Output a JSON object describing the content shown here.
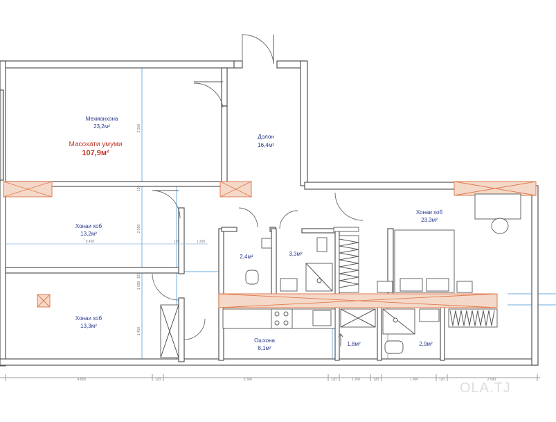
{
  "rooms": {
    "living": {
      "name": "Мехмонхона",
      "area": "23,2м²"
    },
    "total": {
      "label": "Масохати умуми",
      "value": "107,9м²"
    },
    "hall": {
      "name": "Долон",
      "area": "16,4м²"
    },
    "bedroom1": {
      "name": "Хонаи хоб",
      "area": "13,2м²"
    },
    "bedroom2": {
      "name": "Хонаи хоб",
      "area": "13,3м²"
    },
    "bedroom3": {
      "name": "Хонаи хоб",
      "area": "23,3м²"
    },
    "wc1": {
      "area": "2,4м²"
    },
    "bath1": {
      "area": "3,3м²"
    },
    "kitchen": {
      "name": "Ошхона",
      "area": "8,1м²"
    },
    "pantry": {
      "area": "1,8м²"
    },
    "bath2": {
      "area": "2,9м²"
    }
  },
  "dimensions": {
    "bottom": [
      "4 850",
      "120",
      "5 300",
      "120",
      "1 200",
      "120",
      "1 900",
      "120",
      "2 590"
    ],
    "left_vertical": [
      "3 500",
      "120",
      "2 550",
      "120",
      "1 095",
      "1 450"
    ],
    "interior": [
      "5 450",
      "120",
      "1 200"
    ]
  },
  "watermark": "OLA.TJ",
  "colors": {
    "wall": "#555555",
    "guide": "#3a8fd0",
    "beam_fill": "#f4d9c9",
    "beam_stroke": "#e07a4d",
    "label": "#2b3a8c",
    "total": "#c0392b"
  }
}
